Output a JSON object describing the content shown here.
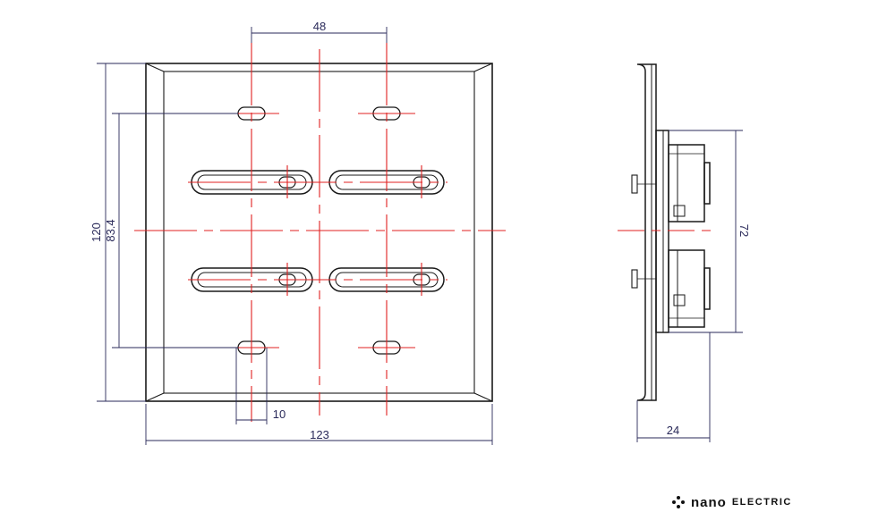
{
  "dimensions": {
    "hole_spacing": "48",
    "total_height": "120",
    "hole_vertical_spacing": "83.4",
    "slot_width": "10",
    "total_width": "123",
    "side_depth_height": "72",
    "side_depth": "24"
  },
  "brand": {
    "icon": "nano-logo-icon",
    "name": "nano",
    "suffix": "ELECTRIC"
  },
  "colors": {
    "outline": "#1a1a1a",
    "centerline": "#e02020",
    "dimension": "#2a2a5a"
  }
}
